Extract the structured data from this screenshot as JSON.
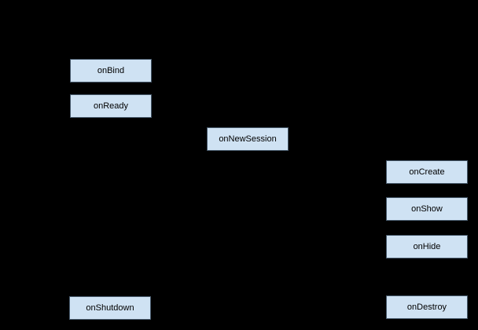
{
  "diagram": {
    "type": "lifecycle-flowchart",
    "nodes": [
      {
        "id": "onBind",
        "label": "onBind"
      },
      {
        "id": "onReady",
        "label": "onReady"
      },
      {
        "id": "onNewSession",
        "label": "onNewSession"
      },
      {
        "id": "onCreate",
        "label": "onCreate"
      },
      {
        "id": "onShow",
        "label": "onShow"
      },
      {
        "id": "onHide",
        "label": "onHide"
      },
      {
        "id": "onShutdown",
        "label": "onShutdown"
      },
      {
        "id": "onDestroy",
        "label": "onDestroy"
      }
    ]
  },
  "colors": {
    "background": "#000000",
    "node_fill": "#cfe2f3",
    "node_border": "#46586a",
    "node_text": "#000000"
  }
}
